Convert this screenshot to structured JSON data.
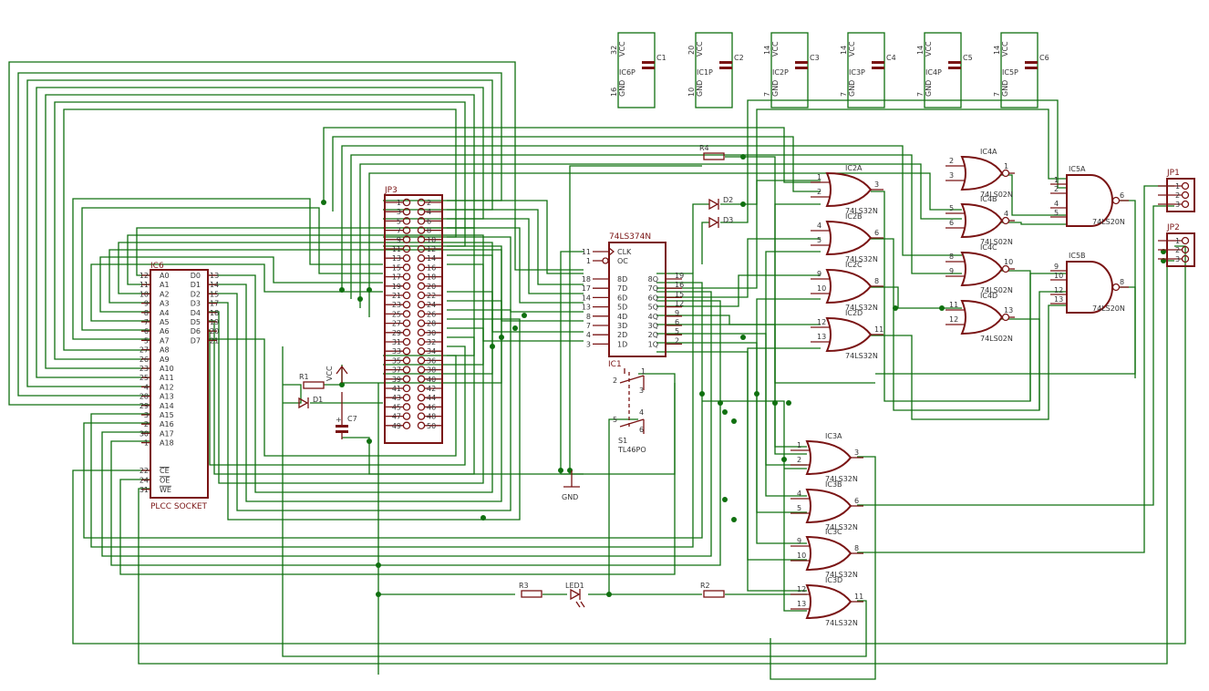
{
  "colors": {
    "wire": "#107010",
    "part": "#7a1414",
    "text": "#333333",
    "background": "#ffffff"
  },
  "labels": {
    "ic6": "IC6",
    "ic6_value": "PLCC SOCKET",
    "jp3": "JP3",
    "ic1_name": "IC1",
    "ic1_value": "74LS374N",
    "s1_name": "S1",
    "s1_value": "TL46PO",
    "r1": "R1",
    "r2": "R2",
    "r3": "R3",
    "r4": "R4",
    "d1": "D1",
    "d2": "D2",
    "d3": "D3",
    "c7": "C7",
    "led1": "LED1",
    "vcc": "VCC",
    "gnd": "GND",
    "jp1": "JP1",
    "jp2": "JP2"
  },
  "plcc_left_pins": [
    {
      "num": "12",
      "name": "A0"
    },
    {
      "num": "11",
      "name": "A1"
    },
    {
      "num": "10",
      "name": "A2"
    },
    {
      "num": "9",
      "name": "A3"
    },
    {
      "num": "8",
      "name": "A4"
    },
    {
      "num": "7",
      "name": "A5"
    },
    {
      "num": "6",
      "name": "A6"
    },
    {
      "num": "5",
      "name": "A7"
    },
    {
      "num": "27",
      "name": "A8"
    },
    {
      "num": "26",
      "name": "A9"
    },
    {
      "num": "23",
      "name": "A10"
    },
    {
      "num": "25",
      "name": "A11"
    },
    {
      "num": "4",
      "name": "A12"
    },
    {
      "num": "28",
      "name": "A13"
    },
    {
      "num": "29",
      "name": "A14"
    },
    {
      "num": "3",
      "name": "A15"
    },
    {
      "num": "2",
      "name": "A16"
    },
    {
      "num": "30",
      "name": "A17"
    },
    {
      "num": "1",
      "name": "A18"
    },
    {
      "num": "22",
      "name": "CE"
    },
    {
      "num": "24",
      "name": "OE"
    },
    {
      "num": "31",
      "name": "WE"
    }
  ],
  "plcc_right_pins": [
    {
      "num": "13",
      "name": "D0"
    },
    {
      "num": "14",
      "name": "D1"
    },
    {
      "num": "15",
      "name": "D2"
    },
    {
      "num": "17",
      "name": "D3"
    },
    {
      "num": "18",
      "name": "D4"
    },
    {
      "num": "19",
      "name": "D5"
    },
    {
      "num": "20",
      "name": "D6"
    },
    {
      "num": "21",
      "name": "D7"
    }
  ],
  "jp3_left": [
    "1",
    "3",
    "5",
    "7",
    "9",
    "11",
    "13",
    "15",
    "17",
    "19",
    "21",
    "23",
    "25",
    "27",
    "29",
    "31",
    "33",
    "35",
    "37",
    "39",
    "41",
    "43",
    "45",
    "47",
    "49"
  ],
  "jp3_right": [
    "2",
    "4",
    "6",
    "8",
    "10",
    "12",
    "14",
    "16",
    "18",
    "20",
    "22",
    "24",
    "26",
    "28",
    "30",
    "32",
    "34",
    "36",
    "38",
    "40",
    "42",
    "44",
    "46",
    "48",
    "50"
  ],
  "ic1_left": [
    {
      "num": "11",
      "name": "CLK"
    },
    {
      "num": "1",
      "name": "OC"
    },
    {
      "num": "18",
      "name": "8D"
    },
    {
      "num": "17",
      "name": "7D"
    },
    {
      "num": "14",
      "name": "6D"
    },
    {
      "num": "13",
      "name": "5D"
    },
    {
      "num": "8",
      "name": "4D"
    },
    {
      "num": "7",
      "name": "3D"
    },
    {
      "num": "4",
      "name": "2D"
    },
    {
      "num": "3",
      "name": "1D"
    }
  ],
  "ic1_right": [
    {
      "num": "19",
      "name": "8Q"
    },
    {
      "num": "16",
      "name": "7Q"
    },
    {
      "num": "15",
      "name": "6Q"
    },
    {
      "num": "12",
      "name": "5Q"
    },
    {
      "num": "9",
      "name": "4Q"
    },
    {
      "num": "6",
      "name": "3Q"
    },
    {
      "num": "5",
      "name": "2Q"
    },
    {
      "num": "2",
      "name": "1Q"
    }
  ],
  "switch_pins": [
    "1",
    "2",
    "3",
    "4",
    "5",
    "6"
  ],
  "power_parts": [
    {
      "name": "IC6P",
      "vcc": "32",
      "gnd": "16",
      "cap": "C1",
      "vcc_lbl": "VCC",
      "gnd_lbl": "GND"
    },
    {
      "name": "IC1P",
      "vcc": "20",
      "gnd": "10",
      "cap": "C2",
      "vcc_lbl": "VCC",
      "gnd_lbl": "GND"
    },
    {
      "name": "IC2P",
      "vcc": "14",
      "gnd": "7",
      "cap": "C3",
      "vcc_lbl": "VCC",
      "gnd_lbl": "GND"
    },
    {
      "name": "IC3P",
      "vcc": "14",
      "gnd": "7",
      "cap": "C4",
      "vcc_lbl": "VCC",
      "gnd_lbl": "GND"
    },
    {
      "name": "IC4P",
      "vcc": "14",
      "gnd": "7",
      "cap": "C5",
      "vcc_lbl": "VCC",
      "gnd_lbl": "GND"
    },
    {
      "name": "IC5P",
      "vcc": "14",
      "gnd": "7",
      "cap": "C6",
      "vcc_lbl": "VCC",
      "gnd_lbl": "GND"
    }
  ],
  "or_gates": [
    {
      "name": "IC2A",
      "type": "74LS32N",
      "a": "1",
      "b": "2",
      "out": "3"
    },
    {
      "name": "IC2B",
      "type": "74LS32N",
      "a": "4",
      "b": "5",
      "out": "6"
    },
    {
      "name": "IC2C",
      "type": "74LS32N",
      "a": "9",
      "b": "10",
      "out": "8"
    },
    {
      "name": "IC2D",
      "type": "74LS32N",
      "a": "12",
      "b": "13",
      "out": "11"
    },
    {
      "name": "IC3A",
      "type": "74LS32N",
      "a": "1",
      "b": "2",
      "out": "3"
    },
    {
      "name": "IC3B",
      "type": "74LS32N",
      "a": "4",
      "b": "5",
      "out": "6"
    },
    {
      "name": "IC3C",
      "type": "74LS32N",
      "a": "9",
      "b": "10",
      "out": "8"
    },
    {
      "name": "IC3D",
      "type": "74LS32N",
      "a": "12",
      "b": "13",
      "out": "11"
    }
  ],
  "nor_gates": [
    {
      "name": "IC4A",
      "type": "74LS02N",
      "a": "2",
      "b": "3",
      "out": "1"
    },
    {
      "name": "IC4B",
      "type": "74LS02N",
      "a": "5",
      "b": "6",
      "out": "4"
    },
    {
      "name": "IC4C",
      "type": "74LS02N",
      "a": "8",
      "b": "9",
      "out": "10"
    },
    {
      "name": "IC4D",
      "type": "74LS02N",
      "a": "11",
      "b": "12",
      "out": "13"
    }
  ],
  "nand_gates": [
    {
      "name": "IC5A",
      "type": "74LS20N",
      "p1": "1",
      "p2": "2",
      "p3": "4",
      "p4": "5",
      "out": "6"
    },
    {
      "name": "IC5B",
      "type": "74LS20N",
      "p1": "9",
      "p2": "10",
      "p3": "12",
      "p4": "13",
      "out": "8"
    }
  ],
  "jp_pins": [
    "1",
    "2",
    "3"
  ]
}
